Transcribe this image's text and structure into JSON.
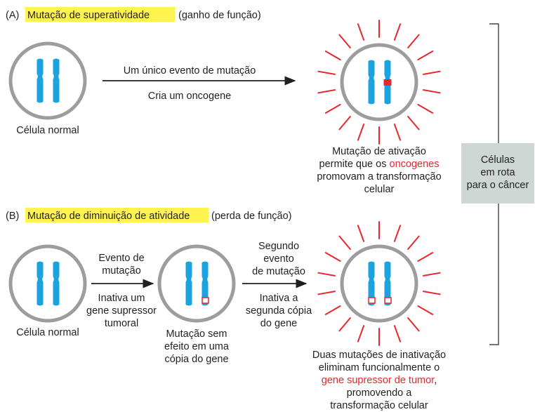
{
  "panel_a": {
    "label": "(A)",
    "title_highlight": "Mutação de superatividade",
    "title_rest": "(ganho de função)",
    "cell_normal_label": "Célula normal",
    "arrow_top": "Um único evento de mutação",
    "arrow_bottom": "Cria um oncogene",
    "result": {
      "line1": "Mutação de ativação",
      "line2_pre": "permite que os ",
      "line2_red": "oncogenes",
      "line3": "promovam a transformação",
      "line4": "celular"
    }
  },
  "panel_b": {
    "label": "(B)",
    "title_highlight": "Mutação de diminuição de atividade",
    "title_rest": "(perda de função)",
    "cell_normal_label": "Célula normal",
    "arrow1_top": [
      "Evento de",
      "mutação"
    ],
    "arrow1_bottom": [
      "Inativa um",
      "gene supressor",
      "tumoral"
    ],
    "middle_cell_label": [
      "Mutação sem",
      "efeito em uma",
      "cópia do gene"
    ],
    "arrow2_top": [
      "Segundo",
      "evento",
      "de mutação"
    ],
    "arrow2_bottom": [
      "Inativa a",
      "segunda cópia",
      "do gene"
    ],
    "result": {
      "line1": "Duas mutações de inativação",
      "line2": "eliminam funcionalmente o",
      "line3_red": "gene supressor de tumor",
      "line3_tail": ",",
      "line4": "promovendo a",
      "line5": "transformação celular"
    }
  },
  "side_box": [
    "Células",
    "em rota",
    "para o câncer"
  ],
  "colors": {
    "chromosome": "#1ba3e0",
    "cell_outline": "#9d9d9c",
    "rays_and_marks": "#e8262e",
    "highlight": "#fff44f",
    "side_box": "#cfd7d4"
  }
}
